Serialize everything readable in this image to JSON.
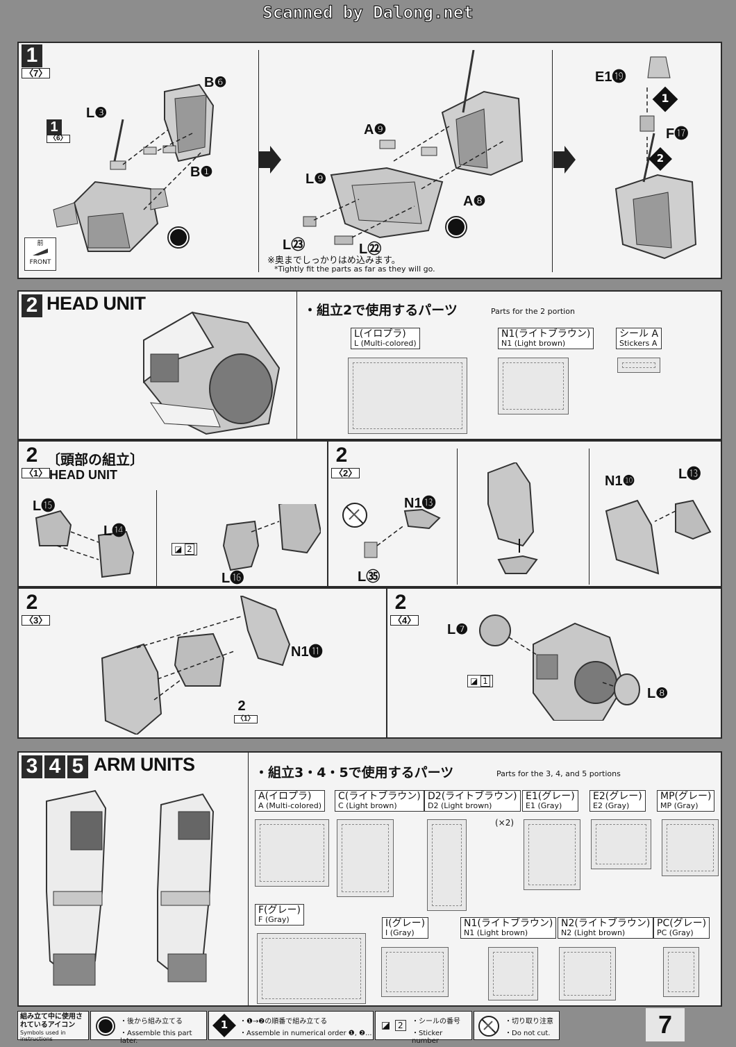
{
  "scanner": "Scanned by Dalong.net",
  "step1": {
    "num": "1",
    "sub": "〈7〉",
    "ref_num": "1",
    "ref_sub": "〈6〉",
    "front_jp": "前",
    "front_en": "FRONT",
    "labels": {
      "l3": "L❸",
      "b6": "B❻",
      "b1": "B❶",
      "a9": "A❾",
      "l9": "L❾",
      "a8": "A❽",
      "l23": "L㉓",
      "l22": "L㉒",
      "e1": "E1⓳",
      "f17": "F⓱"
    },
    "note_jp": "※奥までしっかりはめ込みます。",
    "note_en": "*Tightly fit the parts as far as they will go.",
    "order1": "1",
    "order2": "2"
  },
  "step2": {
    "num": "2",
    "title": "HEAD UNIT",
    "parts_heading": "・組立2で使用するパーツ",
    "parts_for": "Parts for the 2 portion",
    "parts": [
      {
        "jp": "L(イロプラ)",
        "en": "L (Multi-colored)"
      },
      {
        "jp": "N1(ライトブラウン)",
        "en": "N1 (Light brown)"
      },
      {
        "jp": "シール A",
        "en": "Stickers A"
      }
    ]
  },
  "step2_1": {
    "num": "2",
    "sub": "〈1〉",
    "jp_title": "〔頭部の組立〕",
    "title": "HEAD UNIT",
    "labels": {
      "l15": "L⓯",
      "l14": "L⓮",
      "l16": "L⓰"
    },
    "sticker": "2"
  },
  "step2_2": {
    "num": "2",
    "sub": "〈2〉",
    "labels": {
      "n1_13": "N1⓭",
      "l35": "L㉟",
      "n1_10": "N1❿",
      "l13": "L⓭"
    }
  },
  "step2_3": {
    "num": "2",
    "sub": "〈3〉",
    "labels": {
      "n1_11": "N1⓫"
    },
    "ref_num": "2",
    "ref_sub": "〈1〉"
  },
  "step2_4": {
    "num": "2",
    "sub": "〈4〉",
    "labels": {
      "l7": "L❼",
      "l8": "L❽"
    },
    "sticker": "1"
  },
  "step345": {
    "nums": [
      "3",
      "4",
      "5"
    ],
    "title": "ARM UNITS",
    "parts_heading": "・組立3・4・5で使用するパーツ",
    "parts_for": "Parts for the 3, 4, and 5 portions",
    "parts_row1": [
      {
        "jp": "A(イロプラ)",
        "en": "A (Multi-colored)"
      },
      {
        "jp": "C(ライトブラウン)",
        "en": "C (Light brown)"
      },
      {
        "jp": "D2(ライトブラウン)",
        "en": "D2 (Light brown)"
      },
      {
        "jp": "E1(グレー)",
        "en": "E1 (Gray)"
      },
      {
        "jp": "E2(グレー)",
        "en": "E2 (Gray)"
      },
      {
        "jp": "MP(グレー)",
        "en": "MP (Gray)"
      }
    ],
    "x2": "(×2)",
    "parts_row2": [
      {
        "jp": "F(グレー)",
        "en": "F (Gray)"
      },
      {
        "jp": "I(グレー)",
        "en": "I (Gray)"
      },
      {
        "jp": "N1(ライトブラウン)",
        "en": "N1 (Light brown)"
      },
      {
        "jp": "N2(ライトブラウン)",
        "en": "N2 (Light brown)"
      },
      {
        "jp": "PC(グレー)",
        "en": "PC (Gray)"
      }
    ]
  },
  "legend": {
    "title_jp": "組み立て中に使用されているアイコン",
    "title_en": "Symbols used in instructions",
    "items": [
      {
        "jp": "・後から組み立てる",
        "en": "・Assemble this part later."
      },
      {
        "jp": "・❶→❷の順番で組み立てる",
        "en": "・Assemble in numerical order ❶, ❷..."
      },
      {
        "jp": "・シールの番号",
        "en": "・Sticker number"
      },
      {
        "jp": "・切り取り注意",
        "en": "・Do not cut."
      }
    ],
    "sticker_no": "2",
    "order_no": "1"
  },
  "page_number": "7"
}
